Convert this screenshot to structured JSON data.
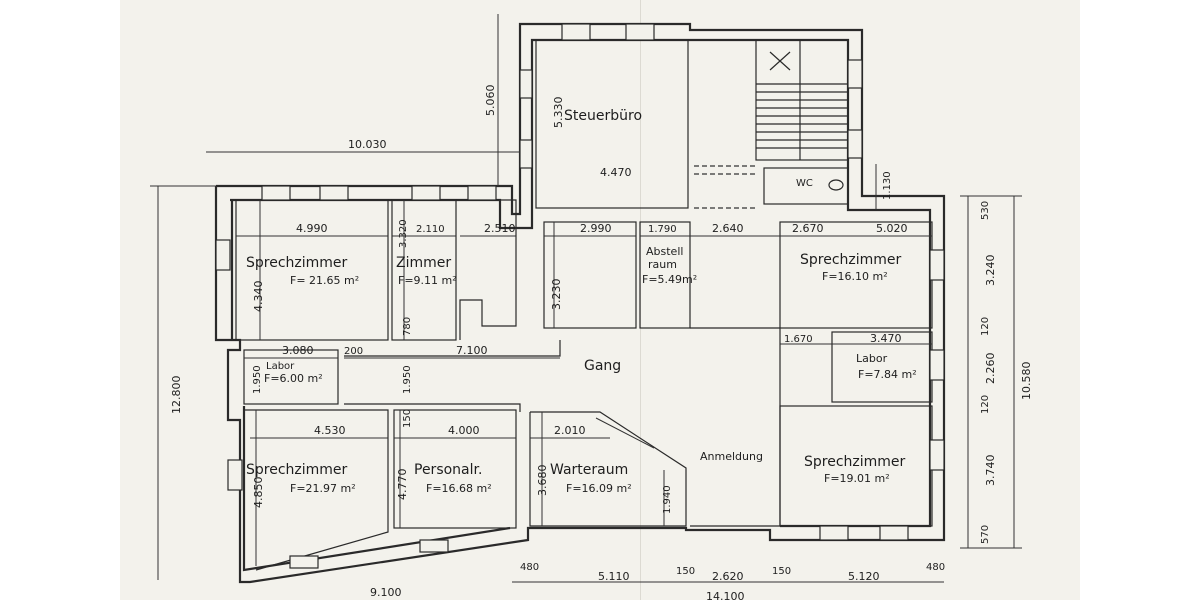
{
  "rooms": {
    "steuerbuero": "Steuerbüro",
    "sprechzimmer_nw": "Sprechzimmer",
    "sprechzimmer_nw_area": "F= 21.65 m²",
    "zimmer": "Zimmer",
    "zimmer_area": "F=9.11 m²",
    "abstell1": "Abstell",
    "abstell2": "raum",
    "abstell_area": "F=5.49m²",
    "sprechzimmer_ne": "Sprechzimmer",
    "sprechzimmer_ne_area": "F=16.10 m²",
    "labor_w": "Labor",
    "labor_w_area": "F=6.00 m²",
    "gang": "Gang",
    "labor_e": "Labor",
    "labor_e_area": "F=7.84 m²",
    "sprechzimmer_sw": "Sprechzimmer",
    "sprechzimmer_sw_area": "F=21.97 m²",
    "personalr": "Personalr.",
    "personalr_area": "F=16.68 m²",
    "warteraum": "Warteraum",
    "warteraum_area": "F=16.09 m²",
    "anmeldung": "Anmeldung",
    "sprechzimmer_se": "Sprechzimmer",
    "sprechzimmer_se_area": "F=19.01 m²",
    "wc": "WC"
  },
  "dimensions": {
    "d10030": "10.030",
    "d5060": "5.060",
    "d5330": "5.330",
    "d4470": "4.470",
    "d1130": "1.130",
    "d4990": "4.990",
    "d2110": "2.110",
    "d2510": "2.510",
    "d2990": "2.990",
    "d1790": "1.790",
    "d2640": "2.640",
    "d2670": "2.670",
    "d5020": "5.020",
    "d4340": "4.340",
    "d3320": "3.320",
    "d3230": "3.230",
    "d780": "780",
    "d3080": "3.080",
    "d200": "200",
    "d7100": "7.100",
    "d1950a": "1.950",
    "d1950b": "1.950",
    "d1670": "1.670",
    "d3470": "3.470",
    "d4530": "4.530",
    "d4000": "4.000",
    "d150": "150",
    "d2010": "2.010",
    "d4850": "4.850",
    "d4770": "4.770",
    "d3680": "3.680",
    "d1940": "1.940",
    "d12800": "12.800",
    "d9100": "9.100",
    "d480a": "480",
    "d5110": "5.110",
    "d150b": "150",
    "d2620": "2.620",
    "d150c": "150",
    "d5120": "5.120",
    "d480b": "480",
    "d14100": "14.100",
    "d530": "530",
    "d3240": "3.240",
    "d120a": "120",
    "d2260": "2.260",
    "d120b": "120",
    "d3740": "3.740",
    "d570": "570",
    "d10580": "10.580"
  }
}
